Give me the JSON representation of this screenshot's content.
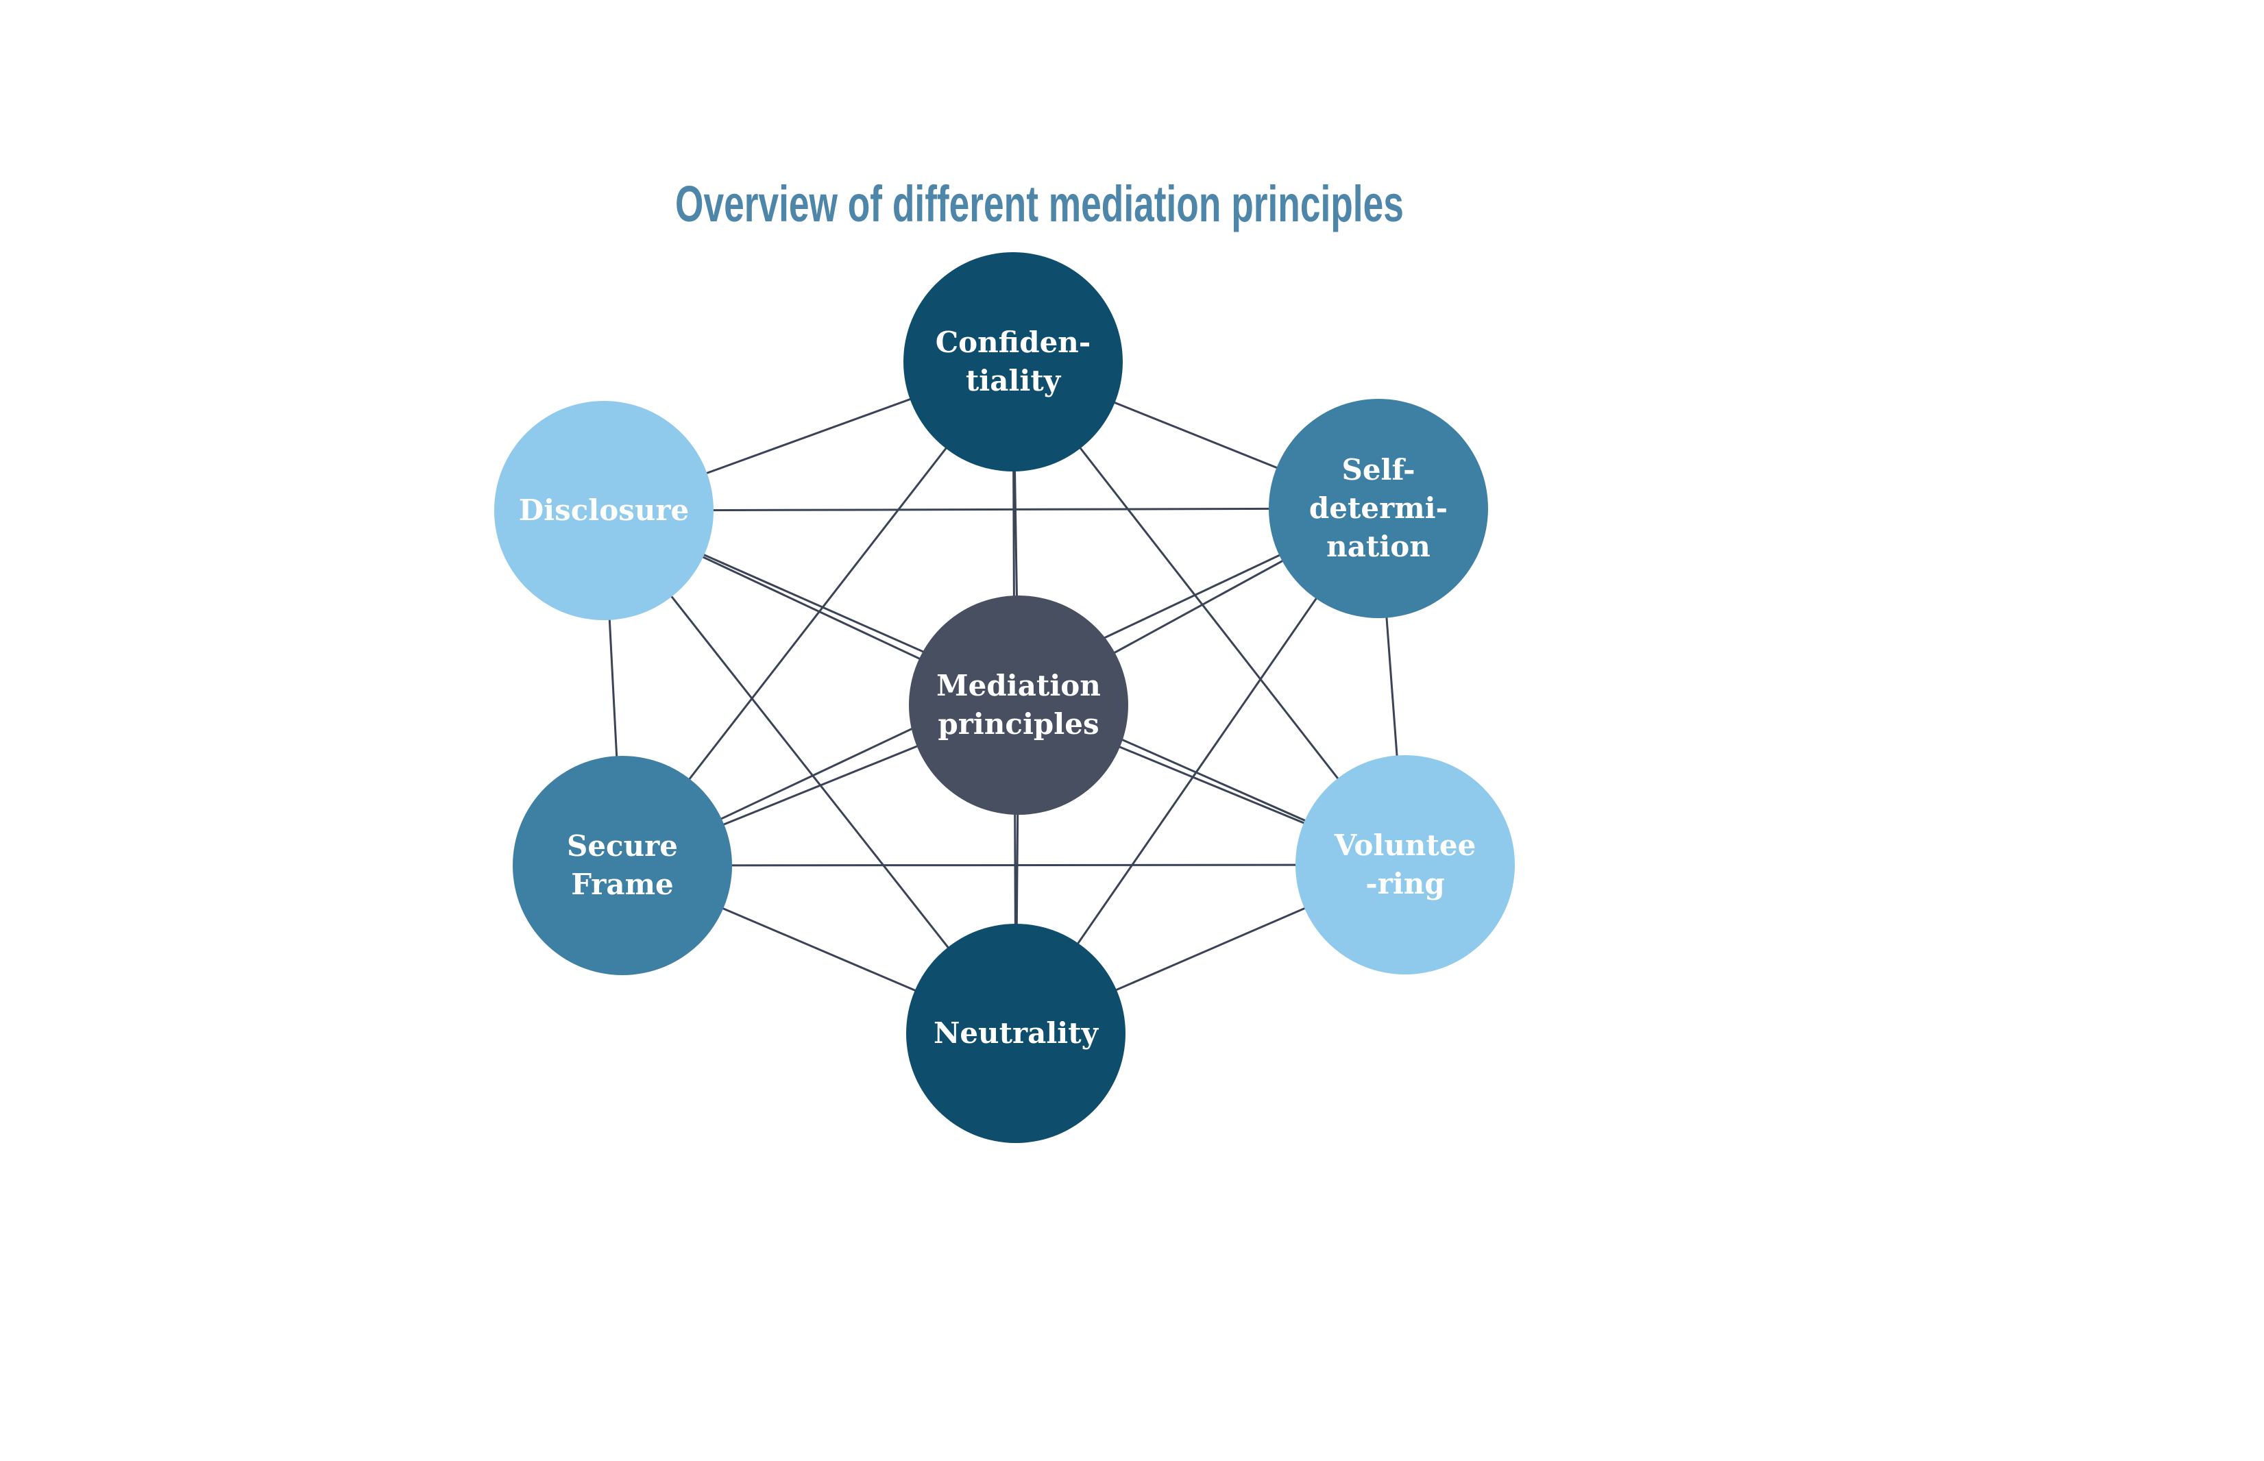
{
  "title": "Overview of different mediation principles",
  "colors": {
    "background": "#FFFFFF",
    "title": "#4D86A9",
    "line": "#3A4456",
    "label_text": "#FFFFFF",
    "dark_teal": "#0E4D6C",
    "steel_blue": "#3E7FA4",
    "light_blue": "#8FCAEC",
    "slate": "#474F61"
  },
  "diagram": {
    "type": "network",
    "topology": "complete-graph",
    "center_node_id": "mediation-principles",
    "nodes": [
      {
        "id": "confidentiality",
        "label": "Confiden-\ntiality",
        "color": "#0E4D6C"
      },
      {
        "id": "disclosure",
        "label": "Disclosure",
        "color": "#8FCAEC"
      },
      {
        "id": "self-determination",
        "label": "Self-\ndetermi-\nnation",
        "color": "#3E7FA4"
      },
      {
        "id": "mediation-principles",
        "label": "Mediation\nprinciples",
        "color": "#474F61"
      },
      {
        "id": "secure-frame",
        "label": "Secure\nFrame",
        "color": "#3E7FA4"
      },
      {
        "id": "volunteering",
        "label": "Voluntee\n-ring",
        "color": "#8FCAEC"
      },
      {
        "id": "neutrality",
        "label": "Neutrality",
        "color": "#0E4D6C"
      }
    ],
    "edges": [
      [
        "confidentiality",
        "disclosure"
      ],
      [
        "confidentiality",
        "self-determination"
      ],
      [
        "confidentiality",
        "mediation-principles"
      ],
      [
        "confidentiality",
        "secure-frame"
      ],
      [
        "confidentiality",
        "volunteering"
      ],
      [
        "confidentiality",
        "neutrality"
      ],
      [
        "disclosure",
        "self-determination"
      ],
      [
        "disclosure",
        "mediation-principles"
      ],
      [
        "disclosure",
        "secure-frame"
      ],
      [
        "disclosure",
        "volunteering"
      ],
      [
        "disclosure",
        "neutrality"
      ],
      [
        "self-determination",
        "mediation-principles"
      ],
      [
        "self-determination",
        "secure-frame"
      ],
      [
        "self-determination",
        "volunteering"
      ],
      [
        "self-determination",
        "neutrality"
      ],
      [
        "mediation-principles",
        "secure-frame"
      ],
      [
        "mediation-principles",
        "volunteering"
      ],
      [
        "mediation-principles",
        "neutrality"
      ],
      [
        "secure-frame",
        "volunteering"
      ],
      [
        "secure-frame",
        "neutrality"
      ],
      [
        "volunteering",
        "neutrality"
      ]
    ]
  }
}
